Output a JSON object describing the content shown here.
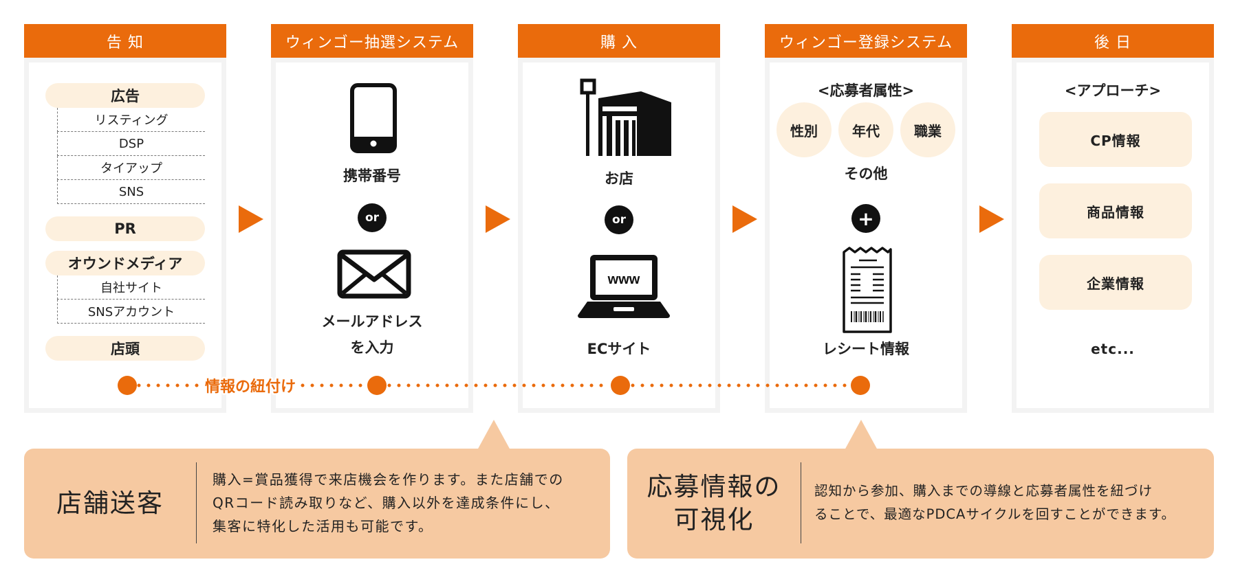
{
  "columns": [
    {
      "header": "告 知"
    },
    {
      "header": "ウィンゴー抽選システム"
    },
    {
      "header": "購 入"
    },
    {
      "header": "ウィンゴー登録システム"
    },
    {
      "header": "後 日"
    }
  ],
  "notice": {
    "ad": "広告",
    "ad_items": [
      "リスティング",
      "DSP",
      "タイアップ",
      "SNS"
    ],
    "pr": "PR",
    "owned": "オウンドメディア",
    "owned_items": [
      "自社サイト",
      "SNSアカウント"
    ],
    "store_front": "店頭"
  },
  "lottery": {
    "phone": "携帯番号",
    "or": "or",
    "mail_line1": "メールアドレス",
    "mail_line2": "を入力"
  },
  "purchase": {
    "store": "お店",
    "or": "or",
    "www": "www",
    "ec": "ECサイト"
  },
  "registration": {
    "attr_title": "<応募者属性>",
    "attrs": [
      "性別",
      "年代",
      "職業"
    ],
    "other": "その他",
    "plus": "+",
    "receipt": "レシート情報"
  },
  "later": {
    "title": "<アプローチ>",
    "items": [
      "CP情報",
      "商品情報",
      "企業情報"
    ],
    "etc": "etc..."
  },
  "link_label": "情報の紐付け",
  "panels": [
    {
      "title": [
        "店舗送客"
      ],
      "text": [
        "購入=賞品獲得で来店機会を作ります。また店舗での",
        "QRコード読み取りなど、購入以外を達成条件にし、",
        "集客に特化した活用も可能です。"
      ]
    },
    {
      "title": [
        "応募情報の",
        "可視化"
      ],
      "text": [
        "認知から参加、購入までの導線と応募者属性を紐づけ",
        "ることで、最適なPDCAサイクルを回すことができます。"
      ]
    }
  ],
  "colors": {
    "accent": "#ea6b0c",
    "pill": "#fdf0de",
    "panel": "#f6c9a1"
  }
}
